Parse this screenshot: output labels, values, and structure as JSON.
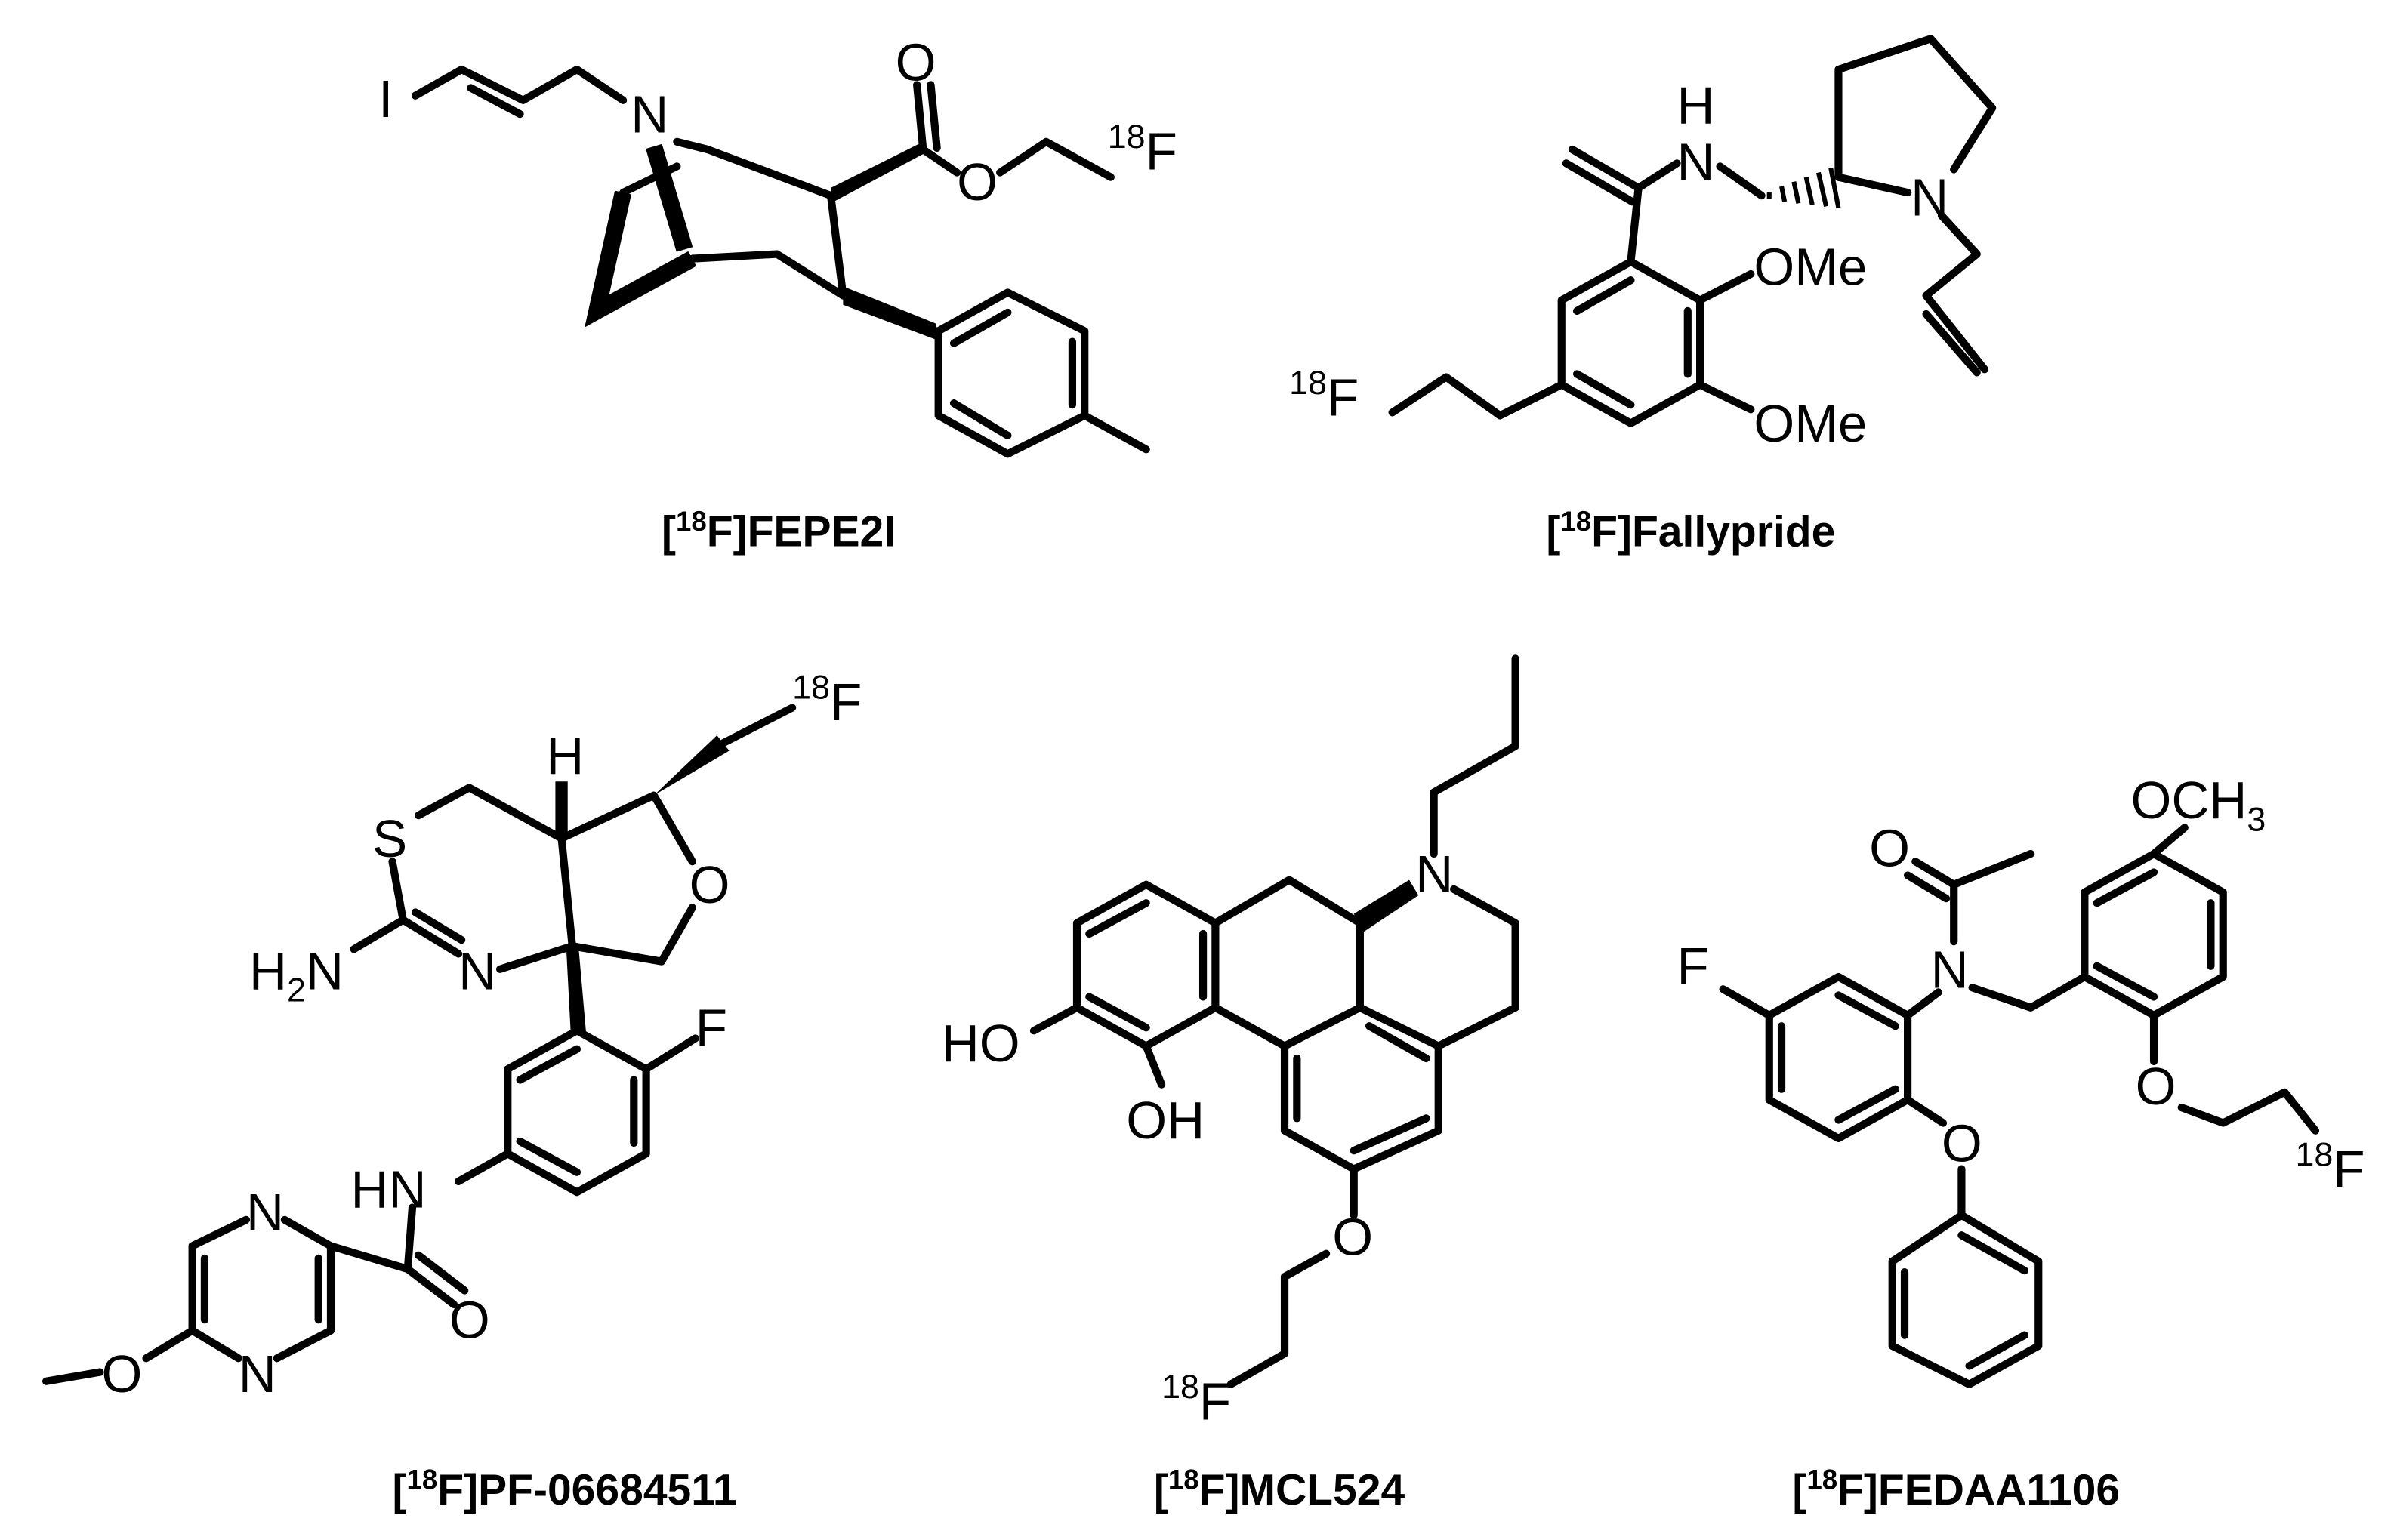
{
  "compounds": [
    {
      "open": "[",
      "isotope": "18",
      "rest": "F]FEPE2I",
      "atoms": {
        "I": "I",
        "N": "N",
        "O1": "O",
        "O2": "O",
        "F": "F"
      }
    },
    {
      "open": "[",
      "isotope": "18",
      "rest": "F]Fallypride",
      "atoms": {
        "H": "H",
        "N1": "N",
        "N2": "N",
        "OMe1": "OMe",
        "OMe2": "OMe",
        "F": "F"
      }
    },
    {
      "open": "[",
      "isotope": "18",
      "rest": "F]PF-06684511",
      "atoms": {
        "S": "S",
        "H": "H",
        "H2N_H": "H",
        "H2N_2": "2",
        "H2N_N": "N",
        "N": "N",
        "O": "O",
        "F18": "F",
        "F": "F",
        "HN": "HN",
        "Npz1": "N",
        "Npz2": "N",
        "Oam": "O",
        "OMe": "O"
      }
    },
    {
      "open": "[",
      "isotope": "18",
      "rest": "F]MCL524",
      "atoms": {
        "N": "N",
        "HO": "HO",
        "OH": "OH",
        "O": "O",
        "F": "F"
      }
    },
    {
      "open": "[",
      "isotope": "18",
      "rest": "F]FEDAA1106",
      "atoms": {
        "F": "F",
        "N": "N",
        "Oac": "O",
        "OCH3": "OCH",
        "OCH3_sub": "3",
        "O1": "O",
        "O2": "O",
        "F18": "F"
      }
    }
  ]
}
